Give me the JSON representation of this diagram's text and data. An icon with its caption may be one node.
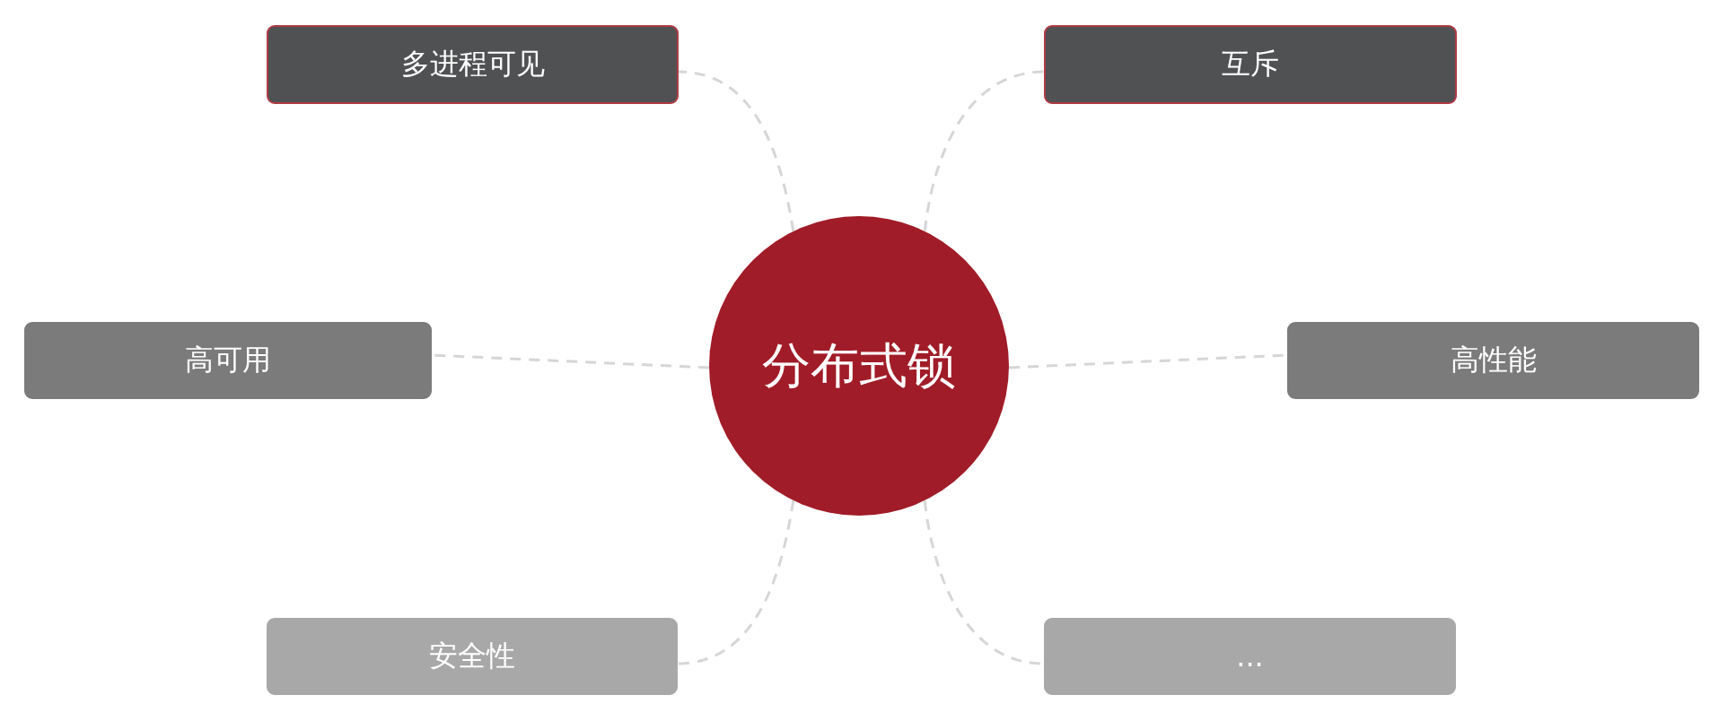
{
  "diagram": {
    "nodes": [
      {
        "text": [
          "多进程可见"
        ]
      },
      {
        "text": [
          "互斥"
        ]
      },
      {
        "text": [
          "高可用"
        ]
      },
      {
        "text": [
          "分布式锁"
        ]
      },
      {
        "text": [
          "高性能"
        ]
      },
      {
        "text": [
          "安全性"
        ]
      },
      {
        "text": [
          "..."
        ]
      }
    ],
    "edges": [
      {
        "from": 3,
        "to": 0,
        "arrow": "none"
      },
      {
        "from": 3,
        "to": 1,
        "arrow": "none"
      },
      {
        "from": 3,
        "to": 2,
        "arrow": "none"
      },
      {
        "from": 3,
        "to": 4,
        "arrow": "none"
      },
      {
        "from": 3,
        "to": 5,
        "arrow": "none"
      },
      {
        "from": 3,
        "to": 6,
        "arrow": "none"
      }
    ]
  }
}
